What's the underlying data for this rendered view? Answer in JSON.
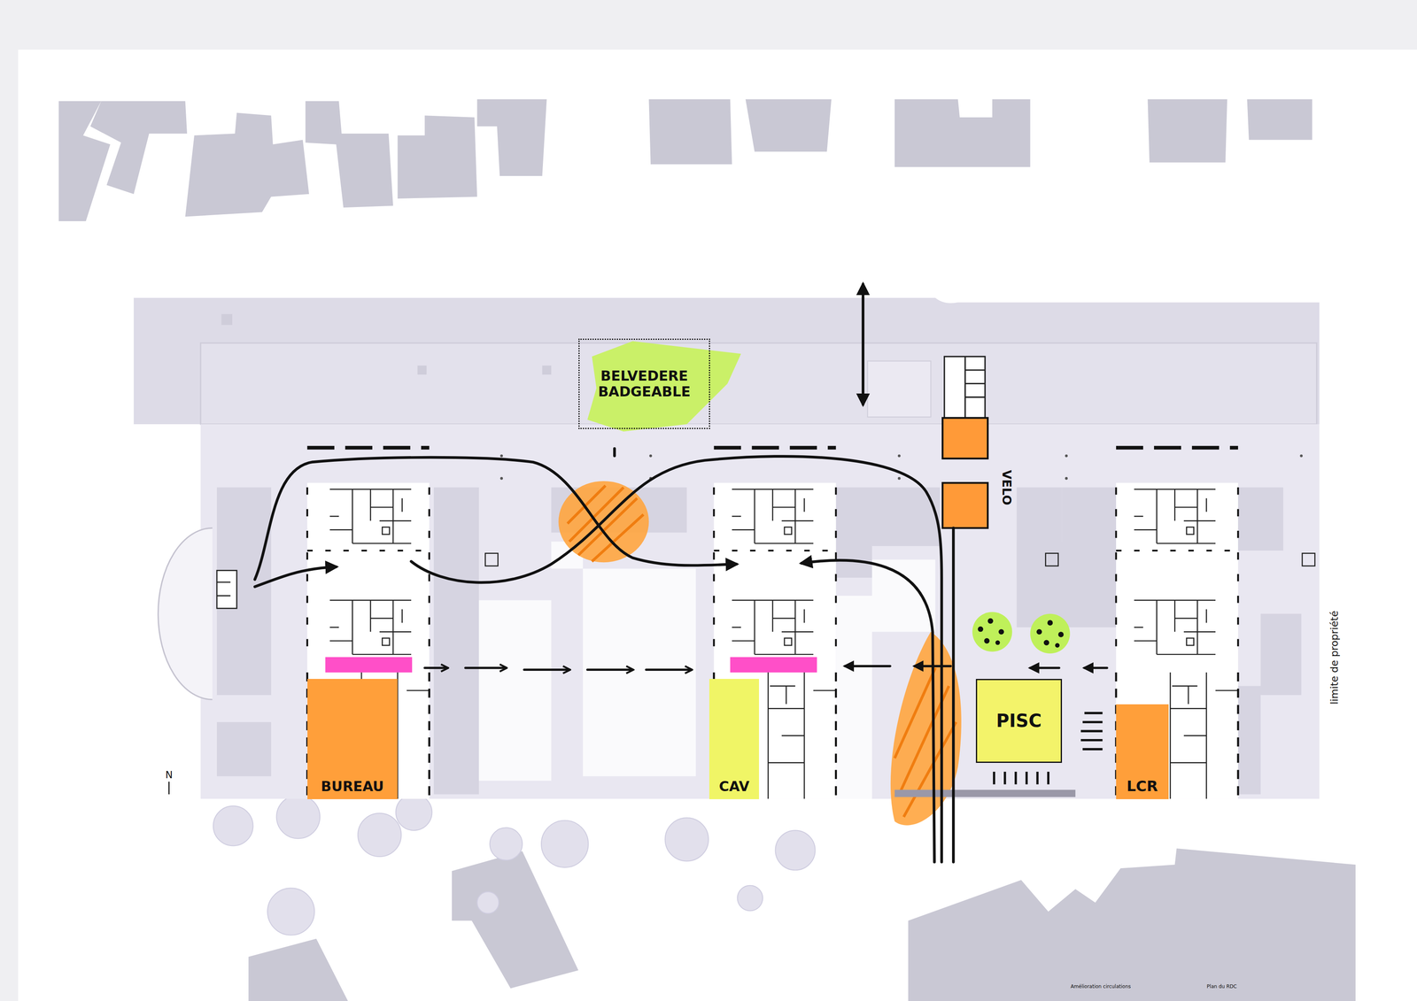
{
  "diagram": {
    "nodes": [
      {
        "text": [
          "BELVEDERE BADGEABLE"
        ]
      },
      {
        "text": [
          "BUREAU"
        ]
      },
      {
        "text": [
          "CAV"
        ]
      },
      {
        "text": [
          "PISC"
        ]
      },
      {
        "text": [
          "LCR"
        ]
      }
    ],
    "labels": [
      "VELO",
      "N",
      "limite de propriété",
      "Amélioration circulations",
      "Plan du RDC"
    ]
  }
}
